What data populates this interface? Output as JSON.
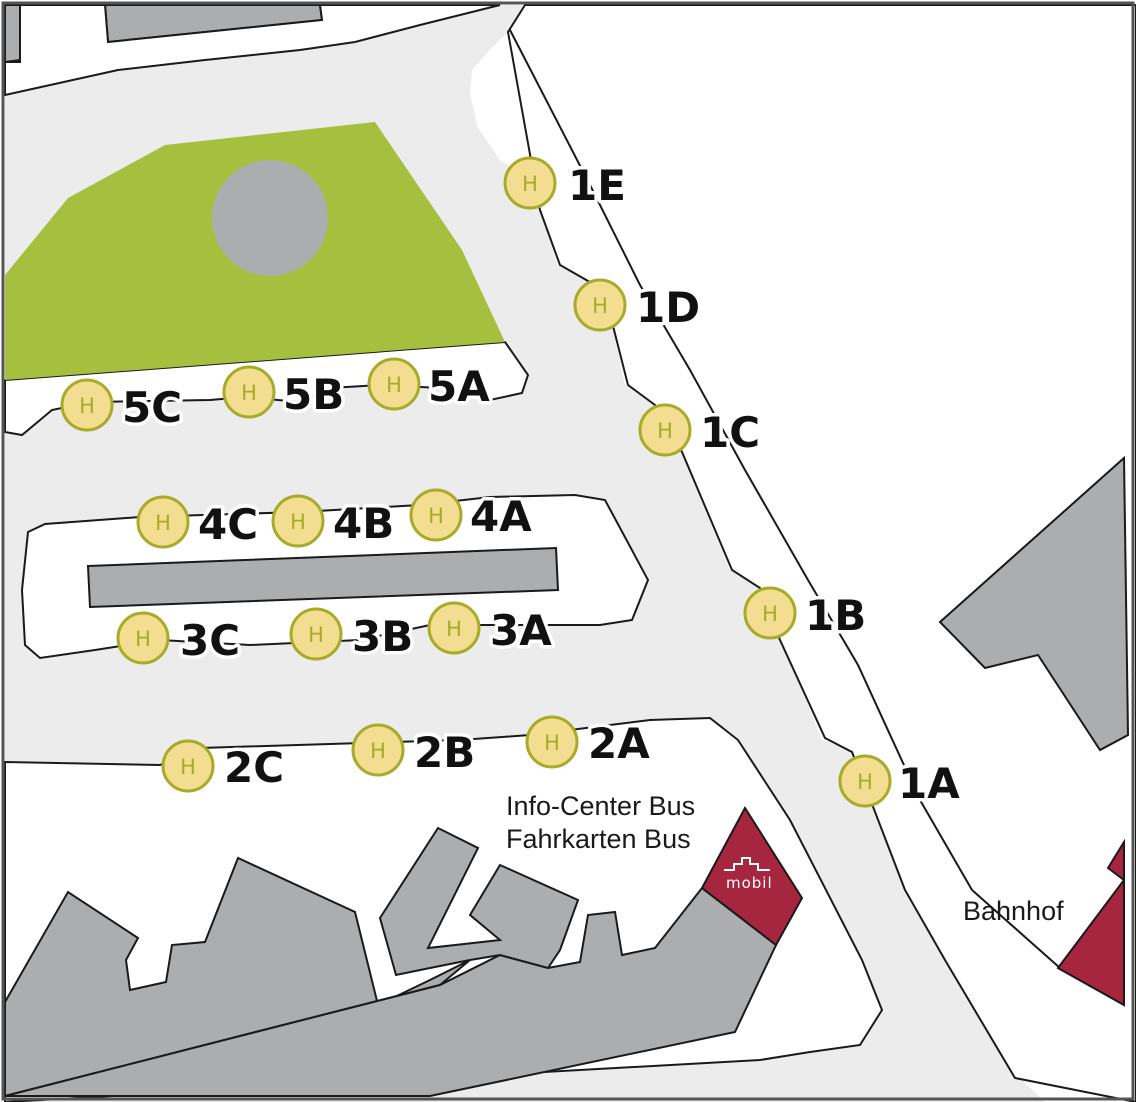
{
  "map": {
    "stop_symbol": "H",
    "colors": {
      "background": "#ffffff",
      "road_area": "#ececec",
      "building": "#acadae",
      "park": "#a7bf3f",
      "roundabout": "#acadae",
      "stop_fill": "#f2dd90",
      "stop_border": "#a7ab28",
      "highlight_building": "#a62640",
      "outline": "#1a1a1a",
      "frame": "#555555"
    },
    "stops": [
      {
        "id": "1E",
        "label": "1E"
      },
      {
        "id": "1D",
        "label": "1D"
      },
      {
        "id": "1C",
        "label": "1C"
      },
      {
        "id": "1B",
        "label": "1B"
      },
      {
        "id": "1A",
        "label": "1A"
      },
      {
        "id": "2A",
        "label": "2A"
      },
      {
        "id": "2B",
        "label": "2B"
      },
      {
        "id": "2C",
        "label": "2C"
      },
      {
        "id": "3A",
        "label": "3A"
      },
      {
        "id": "3B",
        "label": "3B"
      },
      {
        "id": "3C",
        "label": "3C"
      },
      {
        "id": "4A",
        "label": "4A"
      },
      {
        "id": "4B",
        "label": "4B"
      },
      {
        "id": "4C",
        "label": "4C"
      },
      {
        "id": "5A",
        "label": "5A"
      },
      {
        "id": "5B",
        "label": "5B"
      },
      {
        "id": "5C",
        "label": "5C"
      }
    ],
    "info_center": {
      "line1": "Info-Center Bus",
      "line2": "Fahrkarten Bus"
    },
    "mobil_logo_text": "mobil",
    "bahnhof_label": "Bahnhof",
    "icons": [
      "bus-stop-h-icon",
      "mobil-logo-icon"
    ]
  }
}
